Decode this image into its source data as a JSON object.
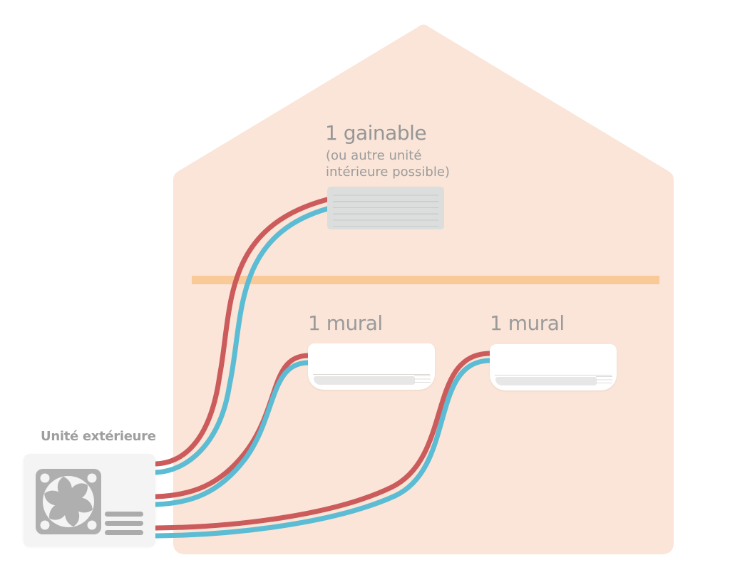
{
  "labels": {
    "gainable": {
      "title": "1 gainable",
      "subtitle_line1": "(ou autre unité",
      "subtitle_line2": "intérieure possible)"
    },
    "mural_1": "1 mural",
    "mural_2": "1 mural",
    "outdoor_unit": "Unité extérieure"
  },
  "icons": {
    "fan": "fan-icon",
    "grill": "grill-lines-icon"
  },
  "colors": {
    "background": "#FFFFFF",
    "house": "#FAE5D8",
    "floor_line": "#F9CA97",
    "pipe_hot": "#CC5B5B",
    "pipe_cold": "#5BBCD4",
    "ducted_unit": "#DCDDDD",
    "ducted_slats": "#C9CACA",
    "wall_unit": "#FFFFFF",
    "outdoor_unit_body": "#F4F4F4",
    "fan_gray": "#AFAFAF",
    "label_text": "#9B9B9B"
  }
}
